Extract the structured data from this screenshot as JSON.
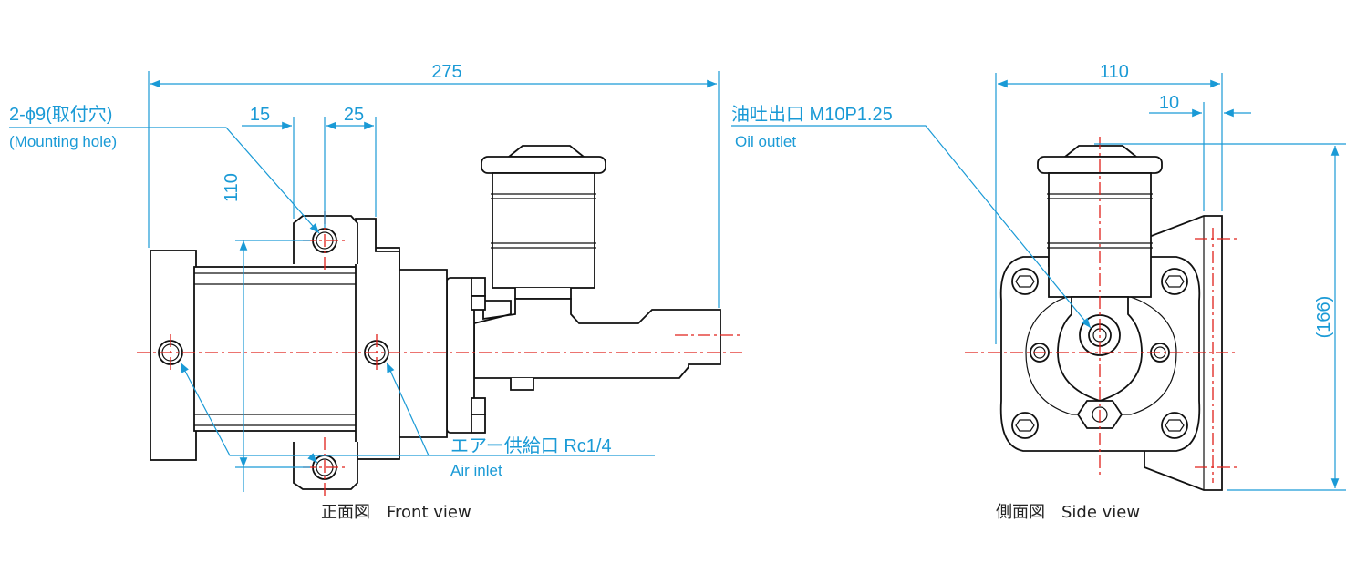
{
  "colors": {
    "dimension": "#1a9ad6",
    "centerline": "#e0201a",
    "outline": "#111111"
  },
  "front_view": {
    "caption": "正面図　Front view",
    "overall_length": "275",
    "hole_spacing_a": "15",
    "hole_spacing_b": "25",
    "height": "110",
    "mounting_hole_label": "2-ϕ9(取付穴)",
    "mounting_hole_label_en": "(Mounting hole)",
    "air_inlet_label": "エアー供給口 Rc1/4",
    "air_inlet_label_en": "Air inlet"
  },
  "side_view": {
    "caption": "側面図　Side view",
    "width": "110",
    "offset": "10",
    "height": "(166)",
    "oil_outlet_label": "油吐出口 M10P1.25",
    "oil_outlet_label_en": "Oil outlet"
  }
}
